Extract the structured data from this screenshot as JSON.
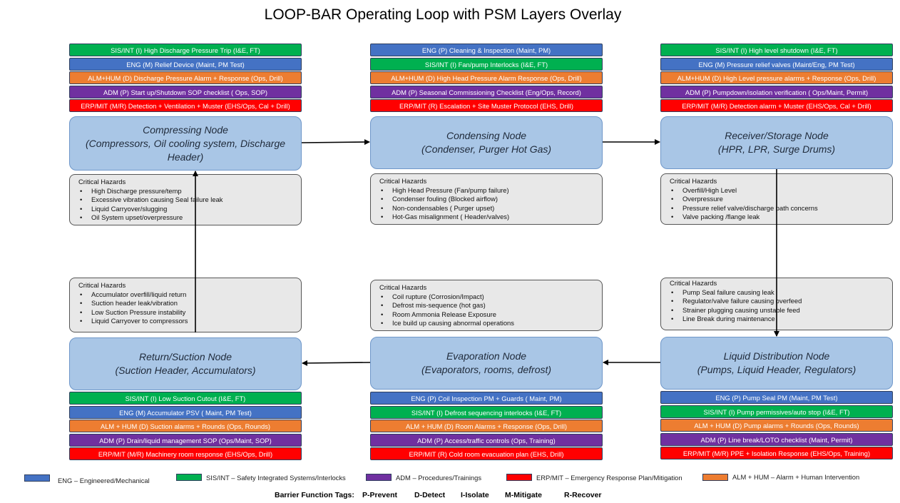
{
  "title": "LOOP-BAR Operating Loop with PSM Layers Overlay",
  "colors": {
    "green": "#00b050",
    "blue": "#4472c4",
    "orange": "#ed7d31",
    "purple": "#7030a0",
    "red": "#ff0000",
    "node_fill": "#a9c6e6",
    "hazard_fill": "#e8e8e8"
  },
  "nodes": {
    "compressing": {
      "name": "Compressing Node",
      "line2": "(Compressors, Oil cooling system, Discharge",
      "line3": "Header)",
      "layers": [
        "SIS/INT (I) High Discharge Pressure Trip (I&E, FT)",
        "ENG (M) Relief Device (Maint, PM Test)",
        "ALM+HUM (D)  Discharge Pressure Alarm  + Response  (Ops, Drill)",
        "ADM (P) Start up/Shutdown SOP checklist ( Ops, SOP)",
        "ERP/MIT (M/R) Detection + Ventilation + Muster (EHS/Ops, Cal + Drill)"
      ],
      "hazard_title": "Critical Hazards",
      "hazards": [
        "High Discharge pressure/temp",
        "Excessive vibration causing Seal failure leak",
        "Liquid Carryover/slugging",
        "Oil System upset/overpressure"
      ]
    },
    "condensing": {
      "name": "Condensing Node",
      "line2": "(Condenser, Purger Hot Gas)",
      "layers": [
        "ENG (P) Cleaning & Inspection (Maint, PM)",
        "SIS/INT (I) Fan/pump Interlocks (I&E, FT)",
        "ALM+HUM (D)  High Head Pressure Alarm Response (Ops, Drill)",
        "ADM (P) Seasonal Commissioning Checklist (Eng/Ops, Record)",
        "ERP/MIT (R) Escalation + Site Muster Protocol (EHS, Drill)"
      ],
      "hazard_title": "Critical Hazards",
      "hazards": [
        "High Head Pressure (Fan/pump failure)",
        "Condenser fouling (Blocked airflow)",
        "Non-condensables ( Purger upset)",
        "Hot-Gas misalignment ( Header/valves)"
      ]
    },
    "receiver": {
      "name": "Receiver/Storage Node",
      "line2": "(HPR, LPR, Surge Drums)",
      "layers": [
        "SIS/INT (I) High level shutdown (I&E, FT)",
        "ENG (M) Pressure relief valves (Maint/Eng, PM Test)",
        "ALM+HUM (D)  High Level pressure alarms + Response (Ops, Drill)",
        "ADM (P) Pumpdown/isolation verification ( Ops/Maint, Permit)",
        "ERP/MIT (M/R) Detection alarm + Muster (EHS/Ops, Cal + Drill)"
      ],
      "hazard_title": "Critical Hazards",
      "hazards": [
        "Overfill/High Level",
        "Overpressure",
        "Pressure relief valve/discharge path concerns",
        "Valve packing /flange leak"
      ]
    },
    "return": {
      "name": "Return/Suction Node",
      "line2": "(Suction Header, Accumulators)",
      "layers": [
        "SIS/INT (I) Low Suction Cutout (I&E, FT)",
        "ENG (M) Accumulator PSV ( Maint, PM Test)",
        "ALM + HUM (D) Suction alarms + Rounds (Ops, Rounds)",
        "ADM (P) Drain/liquid management  SOP (Ops/Maint, SOP)",
        "ERP/MIT (M/R) Machinery room response (EHS/Ops, Drill)"
      ],
      "hazard_title": "Critical Hazards",
      "hazards": [
        "Accumulator overfill/liquid return",
        "Suction header leak/vibration",
        "Low Suction Pressure instability",
        "Liquid Carryover to compressors"
      ]
    },
    "evaporation": {
      "name": "Evaporation Node",
      "line2": "(Evaporators, rooms, defrost)",
      "layers": [
        "ENG (P) Coil Inspection PM + Guards ( Maint, PM)",
        "SIS/INT (I) Defrost sequencing interlocks (I&E, FT)",
        "ALM + HUM (D) Room Alarms  + Response (Ops, Drill)",
        "ADM (P) Access/traffic controls (Ops, Training)",
        "ERP/MIT (R) Cold room evacuation plan (EHS, Drill)"
      ],
      "hazard_title": "Critical Hazards",
      "hazards": [
        "Coil rupture (Corrosion/Impact)",
        "Defrost mis-sequence (hot gas)",
        "Room Ammonia Release Exposure",
        "Ice build up causing abnormal operations"
      ]
    },
    "liquid": {
      "name": "Liquid Distribution Node",
      "line2": "(Pumps, Liquid Header, Regulators)",
      "layers": [
        "ENG (P) Pump Seal PM (Maint, PM Test)",
        "SIS/INT (I) Pump permissives/auto stop (I&E, FT)",
        "ALM + HUM (D) Pump alarms + Rounds (Ops, Rounds)",
        "ADM (P) Line break/LOTO checklist (Maint, Permit)",
        "ERP/MIT (M/R) PPE + Isolation Response (EHS/Ops, Training)"
      ],
      "hazard_title": "Critical Hazards",
      "hazards": [
        "Pump Seal failure  causing leak",
        "Regulator/valve failure causing overfeed",
        "Strainer plugging causing unstable feed",
        "Line Break during maintenance"
      ]
    }
  },
  "legend": [
    {
      "label": "ENG – Engineered/Mechanical",
      "color": "#4472c4"
    },
    {
      "label": "SIS/INT – Safety Integrated Systems/Interlocks",
      "color": "#00b050"
    },
    {
      "label": "ADM – Procedures/Trainings",
      "color": "#7030a0"
    },
    {
      "label": "ERP/MIT – Emergency Response Plan/Mitigation",
      "color": "#ff0000"
    },
    {
      "label": "ALM + HUM – Alarm + Human Intervention",
      "color": "#ed7d31"
    }
  ],
  "tags": {
    "heading": "Barrier Function Tags:",
    "items": [
      "P-Prevent",
      "D-Detect",
      "I-Isolate",
      "M-Mitigate",
      "R-Recover"
    ]
  }
}
